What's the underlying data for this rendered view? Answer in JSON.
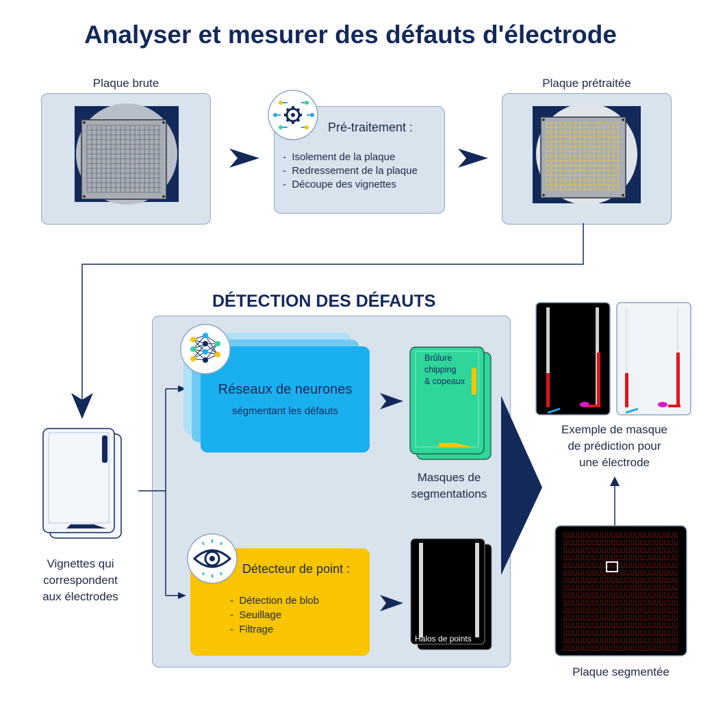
{
  "title": "Analyser et mesurer des défauts d'électrode",
  "raw_plate": {
    "label": "Plaque brute"
  },
  "preprocessing": {
    "header": "Pré-traitement :",
    "steps": [
      "Isolement de la plaque",
      "Redressement de la plaque",
      "Découpe des vignettes"
    ]
  },
  "preprocessed_plate": {
    "label": "Plaque prétraitée"
  },
  "thumbnails": {
    "label_lines": [
      "Vignettes qui",
      "correspondent",
      "aux électrodes"
    ]
  },
  "detection": {
    "title": "DÉTECTION DES DÉFAUTS",
    "neural": {
      "title": "Réseaux de neurones",
      "subtitle": "ségmentant les défauts"
    },
    "masks": {
      "card_lines": [
        "Brûlure",
        "chipping",
        "& copeaux"
      ],
      "label_lines": [
        "Masques de",
        "segmentations"
      ]
    },
    "point_detector": {
      "header": "Détecteur de point :",
      "steps": [
        "Détection de blob",
        "Seuillage",
        "Filtrage"
      ]
    },
    "halos": {
      "caption": "Halos de points"
    }
  },
  "prediction": {
    "label_lines": [
      "Exemple de masque",
      "de prédiction pour",
      "une électrode"
    ]
  },
  "segmented_plate": {
    "label": "Plaque segmentée"
  },
  "colors": {
    "navy": "#12295a",
    "panel": "#d8e3ee",
    "neural_blue": "#1ab0f0",
    "mask_green": "#2fd69a",
    "detector_yellow": "#f9c400",
    "defect_red": "#e0141e",
    "defect_magenta": "#e018c8",
    "defect_cyan": "#1fa8e8"
  },
  "icons": [
    "gear-network-icon",
    "neural-network-icon",
    "eye-icon"
  ]
}
